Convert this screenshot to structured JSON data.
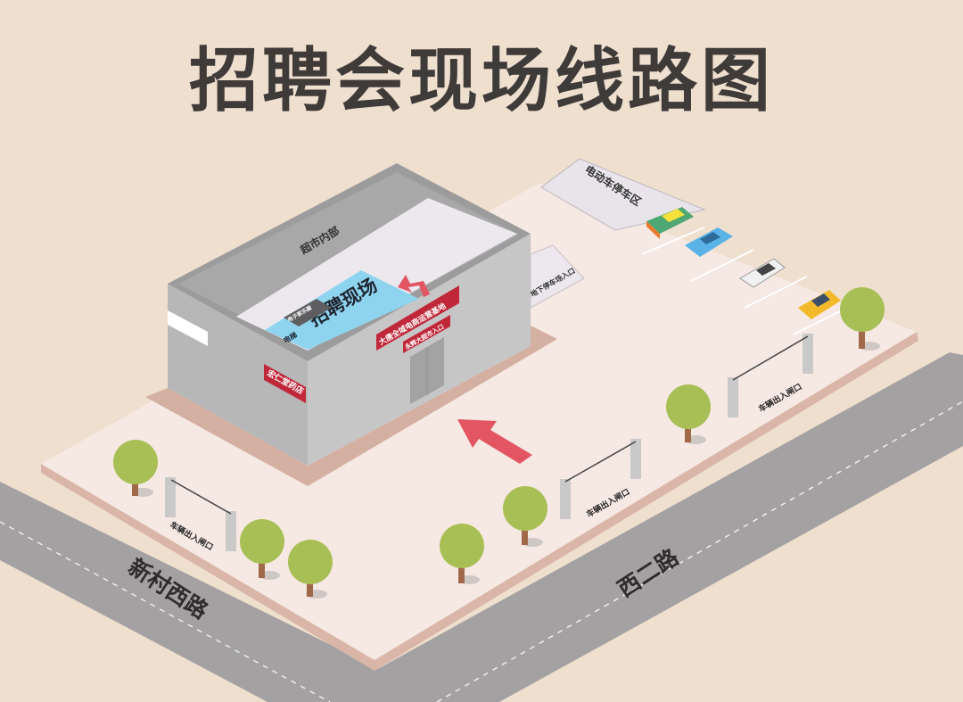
{
  "title": "招聘会现场线路图",
  "building": {
    "roof_label": "超市内部",
    "sign_main": "招聘现场",
    "sign_sub": "电子家乐屋",
    "elevator": "电梯",
    "pharmacy": "宏仁堂药店",
    "ecommerce_base": "大唐全域电商运营基地",
    "supermarket_entrance": "永辉大超市入口"
  },
  "parking": {
    "underground_entrance": "地下停车场入口",
    "ebike_area": "电动车停车区"
  },
  "gates": [
    {
      "label": "车辆出入闸口"
    },
    {
      "label": "车辆出入闸口"
    },
    {
      "label": "车辆出入闸口"
    }
  ],
  "roads": {
    "left": "新村西路",
    "right": "西二路"
  },
  "colors": {
    "background": "#efdfcf",
    "ground": "#f6e8e3",
    "road": "#a4a1a2",
    "sign_red": "#c0283a",
    "sign_blue": "#8fd4ee",
    "arrow": "#e35563",
    "tree": "#a8bf55"
  }
}
